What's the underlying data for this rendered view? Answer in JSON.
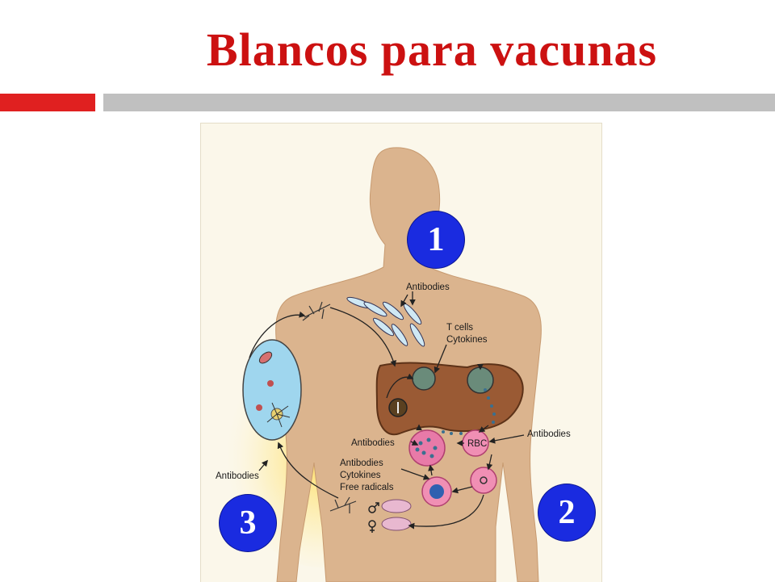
{
  "title": "Blancos para vacunas",
  "colors": {
    "title": "#cc1111",
    "accent_bar": "#e02020",
    "divider_bar": "#c0c0c0",
    "badge": "#1a2be0",
    "body": "#dbb48e"
  },
  "labels": {
    "antibodies_top": "Antibodies",
    "t_cells": "T cells",
    "cytokines_1": "Cytokines",
    "antibodies_right": "Antibodies",
    "antibodies_mid": "Antibodies",
    "rbc": "RBC",
    "antibodies_low": "Antibodies",
    "cytokines_2": "Cytokines",
    "free_radicals": "Free radicals",
    "antibodies_left": "Antibodies"
  },
  "badges": {
    "b1": "1",
    "b2": "2",
    "b3": "3"
  },
  "icons": {
    "male": "male-symbol-icon",
    "female": "female-symbol-icon",
    "mosquito": "mosquito-icon"
  }
}
